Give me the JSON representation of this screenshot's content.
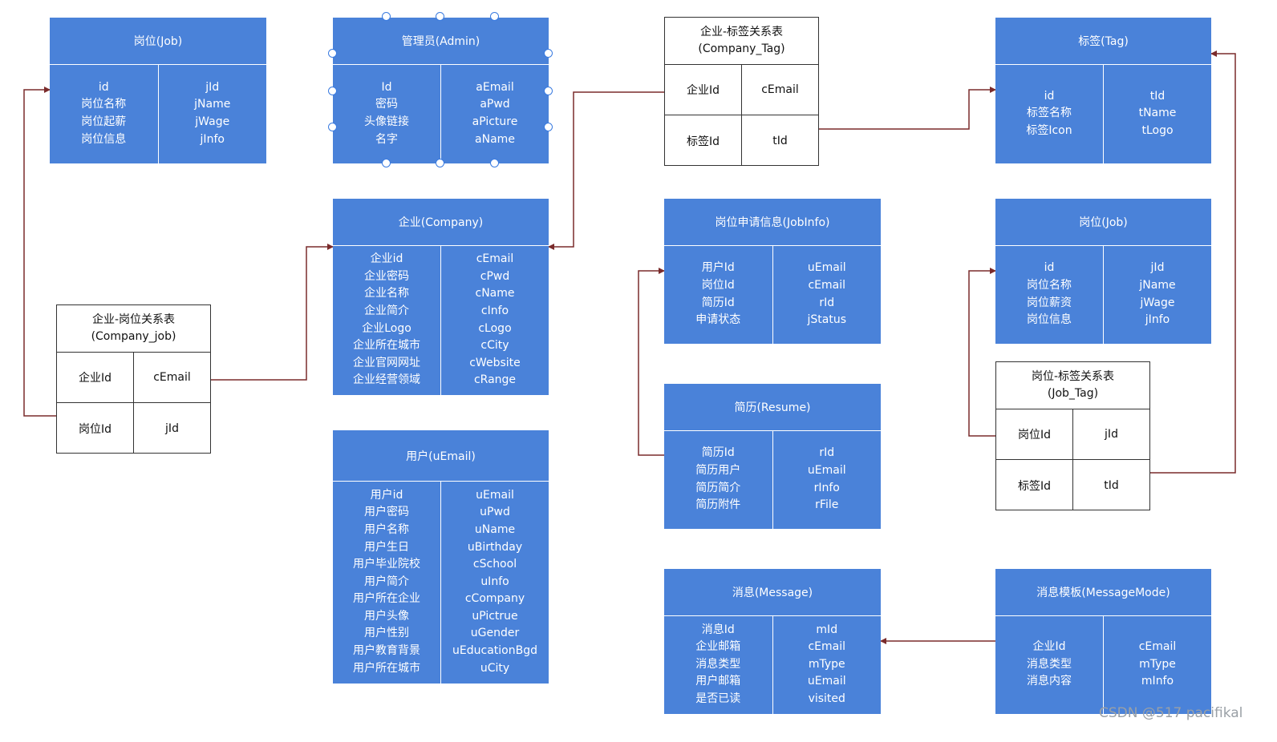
{
  "entities": {
    "job1": {
      "title": "岗位(Job)",
      "left": [
        "id",
        "岗位名称",
        "岗位起薪",
        "岗位信息"
      ],
      "right": [
        "jId",
        "jName",
        "jWage",
        "jInfo"
      ]
    },
    "admin": {
      "title": "管理员(Admin)",
      "left": [
        "Id",
        "密码",
        "头像链接",
        "名字"
      ],
      "right": [
        "aEmail",
        "aPwd",
        "aPicture",
        "aName"
      ]
    },
    "company": {
      "title": "企业(Company)",
      "left": [
        "企业id",
        "企业密码",
        "企业名称",
        "企业简介",
        "企业Logo",
        "企业所在城市",
        "企业官网网址",
        "企业经营领域"
      ],
      "right": [
        "cEmail",
        "cPwd",
        "cName",
        "cInfo",
        "cLogo",
        "cCity",
        "cWebsite",
        "cRange"
      ]
    },
    "user": {
      "title": "用户(uEmail)",
      "left": [
        "用户id",
        "用户密码",
        "用户名称",
        "用户生日",
        "用户毕业院校",
        "用户简介",
        "用户所在企业",
        "用户头像",
        "用户性别",
        "用户教育背景",
        "用户所在城市"
      ],
      "right": [
        "uEmail",
        "uPwd",
        "uName",
        "uBirthday",
        "cSchool",
        "uInfo",
        "cCompany",
        "uPictrue",
        "uGender",
        "uEducationBgd",
        "uCity"
      ]
    },
    "tag": {
      "title": "标签(Tag)",
      "left": [
        "id",
        "标签名称",
        "标签Icon"
      ],
      "right": [
        "tId",
        "tName",
        "tLogo"
      ]
    },
    "jobinfo": {
      "title": "岗位申请信息(JobInfo)",
      "left": [
        "用户Id",
        "岗位Id",
        "简历Id",
        "申请状态"
      ],
      "right": [
        "uEmail",
        "cEmail",
        "rId",
        "jStatus"
      ]
    },
    "job2": {
      "title": "岗位(Job)",
      "left": [
        "id",
        "岗位名称",
        "岗位薪资",
        "岗位信息"
      ],
      "right": [
        "jId",
        "jName",
        "jWage",
        "jInfo"
      ]
    },
    "resume": {
      "title": "简历(Resume)",
      "left": [
        "简历Id",
        "简历用户",
        "简历简介",
        "简历附件"
      ],
      "right": [
        "rId",
        "uEmail",
        "rInfo",
        "rFile"
      ]
    },
    "message": {
      "title": "消息(Message)",
      "left": [
        "消息Id",
        "企业邮箱",
        "消息类型",
        "用户邮箱",
        "是否已读"
      ],
      "right": [
        "mId",
        "cEmail",
        "mType",
        "uEmail",
        "visited"
      ]
    },
    "messagemode": {
      "title": "消息模板(MessageMode)",
      "left": [
        "企业Id",
        "消息类型",
        "消息内容"
      ],
      "right": [
        "cEmail",
        "mType",
        "mInfo"
      ]
    }
  },
  "relations": {
    "company_tag": {
      "title1": "企业-标签关系表",
      "title2": "(Company_Tag)",
      "rows": [
        [
          "企业Id",
          "cEmail"
        ],
        [
          "标签Id",
          "tId"
        ]
      ]
    },
    "company_job": {
      "title1": "企业-岗位关系表",
      "title2": "(Company_job)",
      "rows": [
        [
          "企业Id",
          "cEmail"
        ],
        [
          "岗位Id",
          "jId"
        ]
      ]
    },
    "job_tag": {
      "title1": "岗位-标签关系表",
      "title2": "(Job_Tag)",
      "rows": [
        [
          "岗位Id",
          "jId"
        ],
        [
          "标签Id",
          "tId"
        ]
      ]
    }
  },
  "watermark": "CSDN @517 pacifikal",
  "colors": {
    "entity_fill": "#4a82d9",
    "connector": "#7a2b2b",
    "handle": "#3a7be0"
  }
}
